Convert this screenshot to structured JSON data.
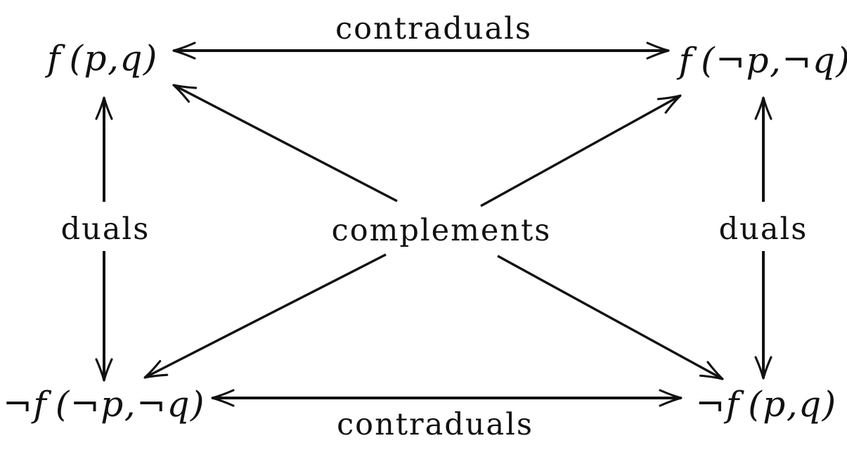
{
  "diagram": {
    "title": "duality-relations-square",
    "background": "#ffffff",
    "ink": "#111111",
    "nodes": {
      "top_left": "f (p,q)",
      "top_right": "f (¬p,¬q)",
      "bottom_left": "¬f (¬p,¬q)",
      "bottom_right": "¬f (p,q)"
    },
    "edge_labels": {
      "top": "contraduals",
      "bottom": "contraduals",
      "left": "duals",
      "right": "duals",
      "center": "complements"
    }
  }
}
